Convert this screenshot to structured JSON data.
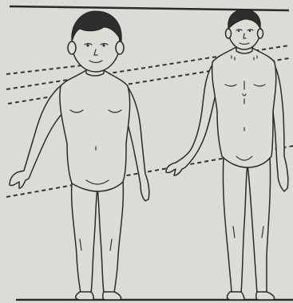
{
  "figure": {
    "subject": "proportions-child-vs-adult",
    "figures": [
      "child",
      "adult"
    ],
    "guides": [
      "top-line",
      "ground-line",
      "proportion-line-1",
      "proportion-line-2",
      "proportion-line-3",
      "proportion-line-4"
    ]
  },
  "colors": {
    "paper": "#dcdcd6",
    "ink": "#2a2a2a",
    "fill": "#dedcd6"
  }
}
